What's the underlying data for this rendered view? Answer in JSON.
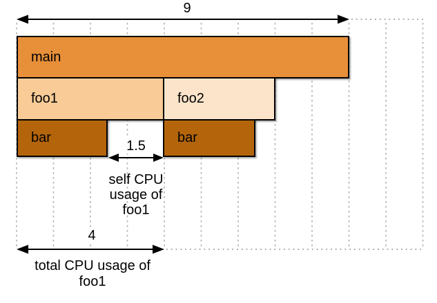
{
  "diagram_type": "flame-graph-cpu-usage-explanation",
  "frames": [
    {
      "name": "main",
      "label": "main",
      "units": 9,
      "color": "#E78F39",
      "row": 0
    },
    {
      "name": "foo1",
      "label": "foo1",
      "units": 4,
      "color": "#F8CB97",
      "row": 1
    },
    {
      "name": "foo2",
      "label": "foo2",
      "units": 3,
      "color": "#FBE4CA",
      "row": 1
    },
    {
      "name": "bar-left",
      "label": "bar",
      "units": 2.5,
      "color": "#B4650C",
      "row": 2
    },
    {
      "name": "bar-right",
      "label": "bar",
      "units": 2.5,
      "color": "#B4650C",
      "row": 2
    }
  ],
  "annotations": {
    "total_width": {
      "value": "9"
    },
    "self_usage": {
      "value": "1.5",
      "caption": "self CPU\nusage of\nfoo1"
    },
    "total_usage": {
      "value": "4",
      "caption": "total CPU usage of\nfoo1"
    }
  },
  "colors": {
    "frame_border": "#000000",
    "grid_dash": "#B5B5B5",
    "dotted_extension": "#A9A9A9",
    "arrow": "#000000",
    "text": "#000000",
    "background": "#FFFFFF"
  },
  "grid": {
    "unit_count_visible": 11,
    "arrow_span_units": 9
  }
}
